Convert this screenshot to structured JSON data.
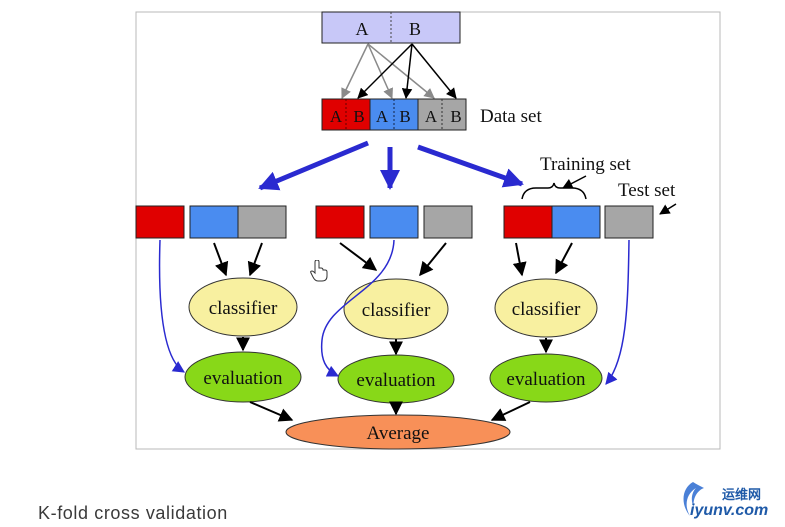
{
  "diagram": {
    "top_block": {
      "part_a": "A",
      "part_b": "B"
    },
    "data_set": {
      "label": "Data set",
      "cells": [
        {
          "a": "A",
          "b": "B",
          "color": "#e00000"
        },
        {
          "a": "A",
          "b": "B",
          "color": "#4a8cf0"
        },
        {
          "a": "A",
          "b": "B",
          "color": "#a6a6a6"
        }
      ]
    },
    "training_set_label": "Training set",
    "test_set_label": "Test set",
    "folds": [
      {
        "classifier": "classifier",
        "evaluation": "evaluation"
      },
      {
        "classifier": "classifier",
        "evaluation": "evaluation"
      },
      {
        "classifier": "classifier",
        "evaluation": "evaluation"
      }
    ],
    "average_label": "Average",
    "colors": {
      "red": "#e00000",
      "blue": "#4a8cf0",
      "gray": "#a6a6a6",
      "top_block": "#c8c8f8",
      "classifier": "#f8f0a0",
      "evaluation": "#88d818",
      "average": "#f89058",
      "arrow_blue": "#2a2ad0"
    }
  },
  "caption": "K-fold cross validation",
  "watermark": {
    "chinese": "运维网",
    "url": "iyunv.com"
  },
  "icons": {
    "cursor": "hand-cursor-icon",
    "logo": "swirl-logo-icon"
  }
}
